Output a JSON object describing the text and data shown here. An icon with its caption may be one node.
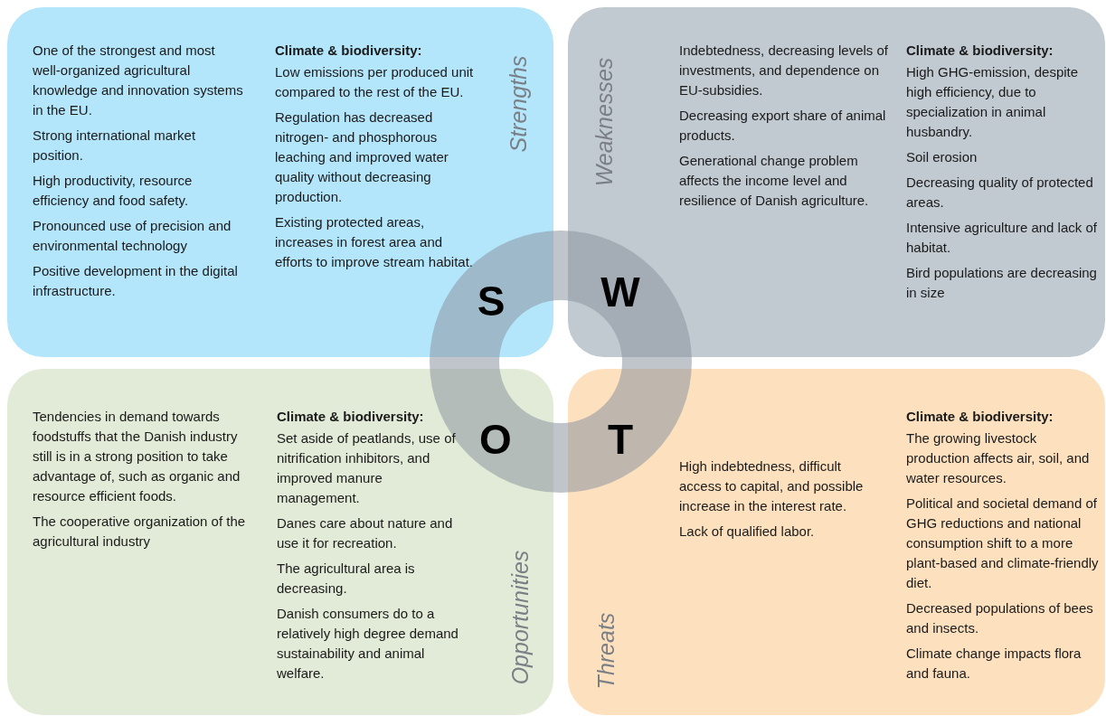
{
  "diagram": {
    "nodes": [
      {
        "text": [
          "Strengths",
          "One of the strongest and most well-organized agricultural knowledge and innovation systems in the EU.",
          "Strong international market position.",
          "High productivity, resource efficiency and food safety.",
          "Pronounced use of precision and environmental technology",
          "Positive development in the digital infrastructure.",
          "Climate & biodiversity:",
          "Low emissions per produced unit compared to the rest of the EU.",
          "Regulation has decreased nitrogen- and phosphorous leaching and improved water quality without decreasing production.",
          "Existing protected areas, increases in forest area and efforts to improve stream habitat."
        ]
      },
      {
        "text": [
          "Weaknesses",
          "Indebtedness, decreasing levels of investments, and dependence on EU-subsidies.",
          "Decreasing export share of animal products.",
          "Generational change problem affects the income level and resilience of Danish agriculture.",
          "Climate & biodiversity:",
          "High GHG-emission, despite high efficiency, due to specialization in animal husbandry.",
          "Soil erosion",
          "Decreasing quality of protected areas.",
          "Intensive agriculture and lack of habitat.",
          "Bird populations are decreasing in size"
        ]
      },
      {
        "text": [
          "Opportunities",
          "Tendencies in demand towards foodstuffs that the Danish industry still is in a strong position to take advantage of, such as organic and resource efficient foods.",
          "The cooperative organization of the agricultural industry",
          "Climate & biodiversity:",
          "Set aside of peatlands, use of nitrification inhibitors, and improved manure management.",
          "Danes care about nature and use it for recreation.",
          "The agricultural area is decreasing.",
          "Danish consumers do to a relatively high degree demand sustainability and animal welfare."
        ]
      },
      {
        "text": [
          "Threats",
          "High indebtedness, difficult access to capital, and possible increase in the interest rate.",
          "Lack of qualified labor.",
          "Climate & biodiversity:",
          "The growing livestock production affects air, soil, and water resources.",
          "Political and societal demand of GHG reductions and national consumption shift to a more plant-based and climate-friendly diet.",
          "Decreased populations of bees and insects.",
          "Climate change impacts flora and fauna."
        ]
      }
    ],
    "labels": [
      "S",
      "W",
      "O",
      "T"
    ]
  }
}
